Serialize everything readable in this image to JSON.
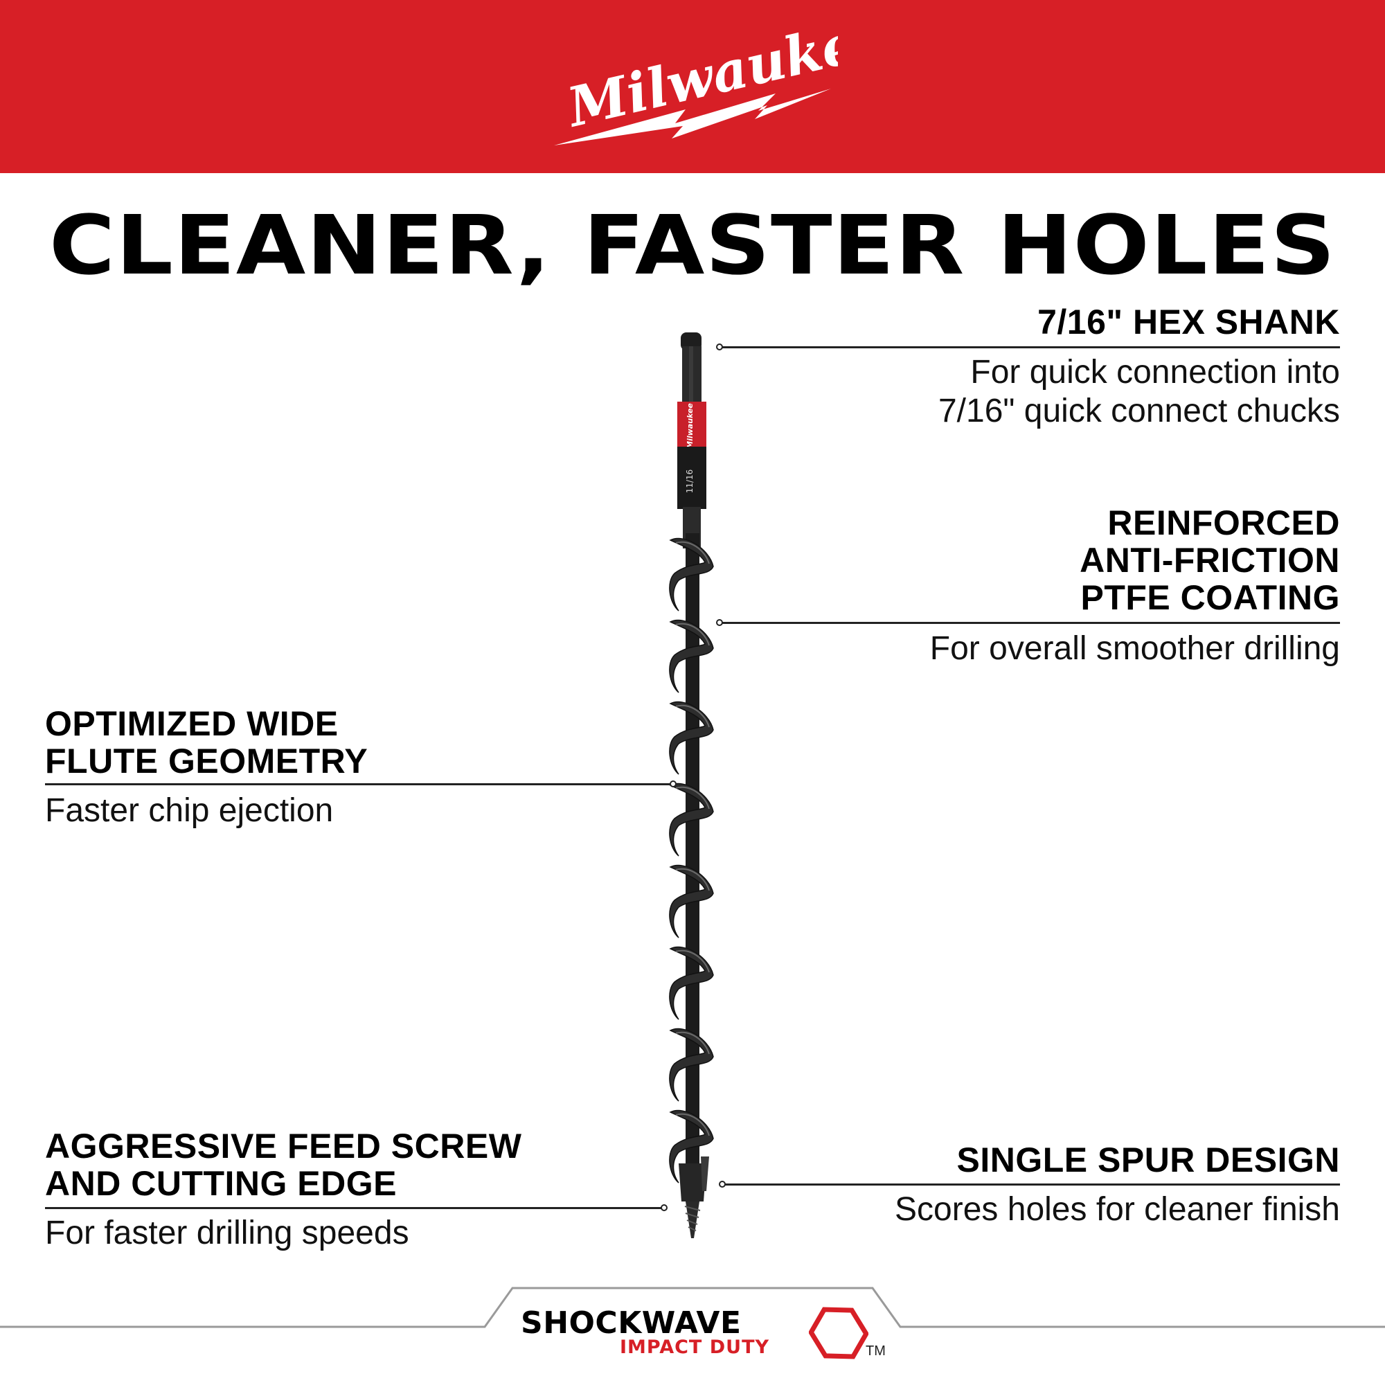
{
  "brand": {
    "name": "Milwaukee",
    "red": "#d71f26"
  },
  "headline": "CLEANER, FASTER HOLES",
  "features": {
    "hex_shank": {
      "title": "7/16\" HEX SHANK",
      "desc_line1": "For quick connection into",
      "desc_line2": "7/16\" quick connect chucks"
    },
    "coating": {
      "title_line1": "REINFORCED",
      "title_line2": "ANTI-FRICTION",
      "title_line3": "PTFE COATING",
      "desc": "For overall smoother drilling"
    },
    "flute": {
      "title_line1": "OPTIMIZED WIDE",
      "title_line2": "FLUTE GEOMETRY",
      "desc": "Faster chip ejection"
    },
    "feed_screw": {
      "title_line1": "AGGRESSIVE FEED SCREW",
      "title_line2": "AND CUTTING EDGE",
      "desc": "For faster drilling speeds"
    },
    "spur": {
      "title": "SINGLE SPUR DESIGN",
      "desc": "Scores holes for cleaner finish"
    }
  },
  "bit": {
    "collar_logo": "Milwaukee",
    "size_marking": "11/16"
  },
  "footer": {
    "line1": "SHOCKWAVE",
    "line2": "IMPACT DUTY",
    "trademark": "TM"
  }
}
